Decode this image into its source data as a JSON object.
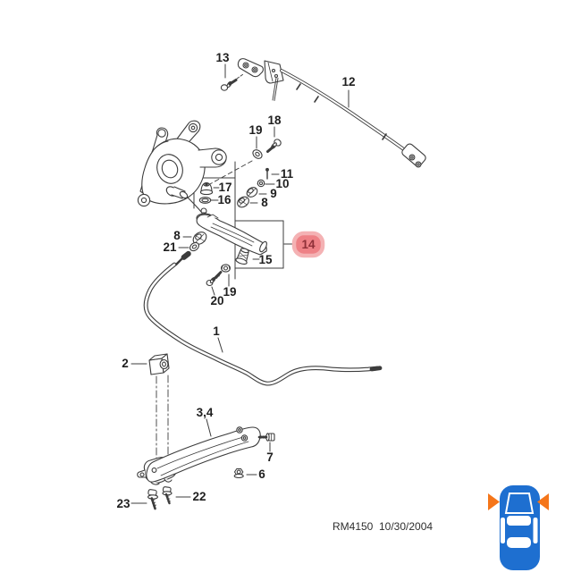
{
  "diagram": {
    "type": "exploded-parts-diagram",
    "footer": {
      "code": "RM4150",
      "date": "10/30/2004"
    },
    "selected_callout": "14",
    "callouts": {
      "c1": {
        "label": "1"
      },
      "c2": {
        "label": "2"
      },
      "c34": {
        "label": "3,4"
      },
      "c6": {
        "label": "6"
      },
      "c7": {
        "label": "7"
      },
      "c8a": {
        "label": "8"
      },
      "c8b": {
        "label": "8"
      },
      "c9": {
        "label": "9"
      },
      "c10": {
        "label": "10"
      },
      "c11": {
        "label": "11"
      },
      "c12": {
        "label": "12"
      },
      "c13": {
        "label": "13"
      },
      "c14": {
        "label": "14"
      },
      "c15": {
        "label": "15"
      },
      "c16": {
        "label": "16"
      },
      "c17": {
        "label": "17"
      },
      "c18": {
        "label": "18"
      },
      "c19a": {
        "label": "19"
      },
      "c19b": {
        "label": "19"
      },
      "c20": {
        "label": "20"
      },
      "c21": {
        "label": "21"
      },
      "c22": {
        "label": "22"
      },
      "c23": {
        "label": "23"
      }
    },
    "colors": {
      "line": "#3c3c3c",
      "label_text": "#1f1f1f",
      "highlight_fill": "#ee8186",
      "highlight_halo": "#f4b2b4",
      "highlight_text": "#8f3038",
      "car_blue": "#1e6fd0",
      "arrow_orange": "#f5761a"
    }
  }
}
